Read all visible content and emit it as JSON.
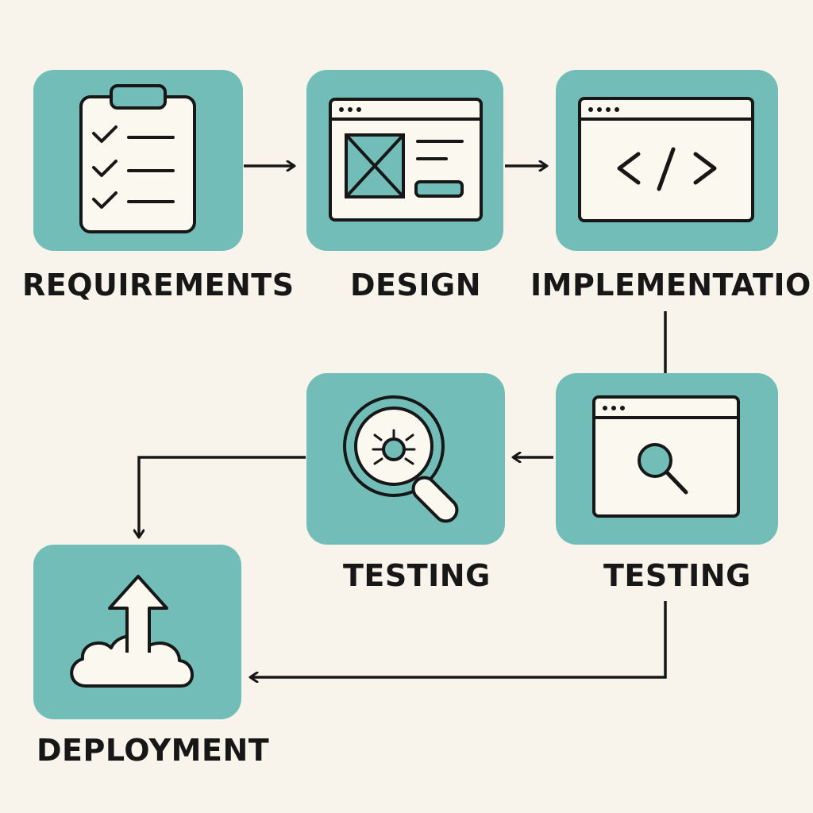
{
  "steps": [
    {
      "label": "REQUIREMENTS",
      "icon": "clipboard-checklist-icon"
    },
    {
      "label": "DESIGN",
      "icon": "wireframe-window-icon"
    },
    {
      "label": "IMPLEMENTATION",
      "icon": "code-window-icon"
    },
    {
      "label": "TESTING",
      "icon": "browser-search-icon"
    },
    {
      "label": "TESTING",
      "icon": "bug-magnifier-icon"
    },
    {
      "label": "DEPLOYMENT",
      "icon": "cloud-upload-icon"
    }
  ],
  "colors": {
    "background": "#f8f4ec",
    "card": "#72bdb8",
    "ink": "#171717",
    "icon_fill": "#fbf8f0"
  }
}
